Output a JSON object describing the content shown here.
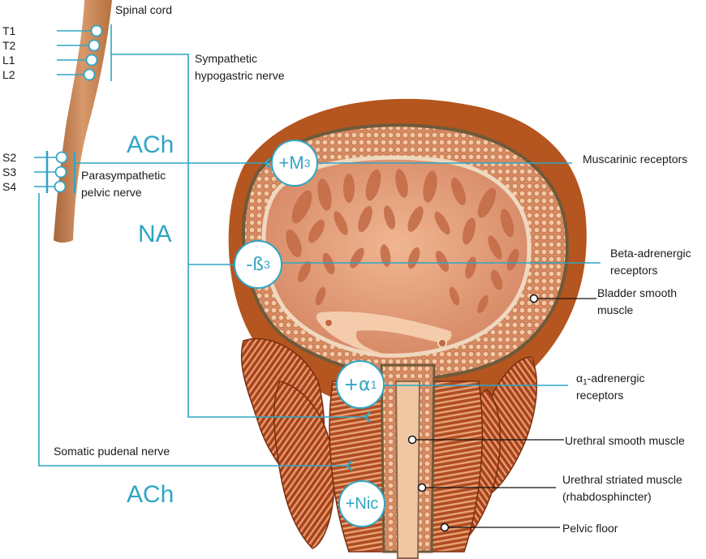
{
  "labels": {
    "spinal_cord": "Spinal cord",
    "sympathetic_nerve_line1": "Sympathetic",
    "sympathetic_nerve_line2": "hypogastric nerve",
    "parasympathetic_line1": "Parasympathetic",
    "parasympathetic_line2": "pelvic nerve",
    "somatic": "Somatic pudenal nerve",
    "muscarinic": "Muscarinic receptors",
    "beta_line1": "Beta-adrenergic",
    "beta_line2": "receptors",
    "bladder_muscle_line1": "Bladder smooth",
    "bladder_muscle_line2": "muscle",
    "alpha_prefix": "α",
    "alpha_sub": "1",
    "alpha_suffix": "-adrenergic",
    "alpha_line2": "receptors",
    "urethral_smooth": "Urethral smooth muscle",
    "urethral_striated_line1": "Urethral striated muscle",
    "urethral_striated_line2": "(rhabdosphincter)",
    "pelvic_floor": "Pelvic floor"
  },
  "segments": [
    "T1",
    "T2",
    "L1",
    "L2",
    "S2",
    "S3",
    "S4"
  ],
  "neurotransmitters": {
    "ach_top": "ACh",
    "na": "NA",
    "ach_bottom": "ACh"
  },
  "receptors": {
    "m3": {
      "main": "+M",
      "sub": "3"
    },
    "beta3": {
      "main": "-ß",
      "sub": "3"
    },
    "alpha1": {
      "main": "+α",
      "sub": "1"
    },
    "nic": {
      "main": "+Nic"
    }
  },
  "colors": {
    "nerve": "#2fa5c6",
    "spine": "#c98a5c",
    "bladder_outer": "#b5551f",
    "bladder_wall": "#d98a60",
    "bladder_lumen": "#e6a07a"
  }
}
